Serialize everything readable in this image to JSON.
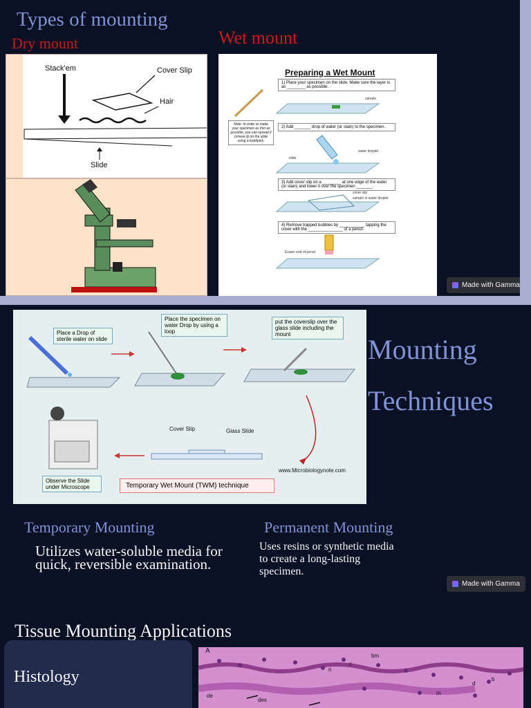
{
  "section1": {
    "title": "Types of mounting",
    "dry_label": "Dry mount",
    "wet_label": "Wet mount"
  },
  "dry_image": {
    "stack_label": "Stack'em",
    "cover_label": "Cover Slip",
    "hair_label": "Hair",
    "slide_label": "Slide"
  },
  "wet_image": {
    "title": "Preparing a Wet Mount",
    "step1": "1) Place your specimen on the slide. Make sure the layer is as ________ as possible.",
    "step2": "2) Add _______ drop of water (or stain) to the specimen.",
    "step3": "3) Add cover slip on a ________ at one edge of the water (or stain) and lower it over the specimen _______.",
    "step4": "4) Remove trapped bubbles by ___________ tapping the cover with the _______________ of a pencil.",
    "note": "Note: In order to make your specimen as thin as possible, you can spread it (smear it) on the slide using a toothpick.",
    "sample": "sample",
    "slide": "slide",
    "water_droplet": "water droplet",
    "cover_slip": "cover slip",
    "sample_in_droplet": "sample in water droplet",
    "eraser": "Eraser end of pencil"
  },
  "gamma_badge": "Made with Gamma",
  "section2": {
    "title_line1": "Mounting",
    "title_line2": "Techniques",
    "temporary_title": "Temporary Mounting",
    "temporary_body": "Utilizes water-soluble media for quick, reversible examination.",
    "permanent_title": "Permanent Mounting",
    "permanent_body": "Uses resins or synthetic media to create a long-lasting specimen."
  },
  "diagram": {
    "step1": "Place a Drop of sterile water on slide",
    "step2": "Place the specimen on water Drop by using a loop",
    "step3": "put the coverslip over the glass slide including the mount",
    "cover_slip": "Cover Slip",
    "glass_slide": "Glass Slide",
    "observe": "Observe the Slide under Microscope",
    "technique": "Temporary Wet Mount (TWM) technique",
    "source": "www.Microbiologynote.com"
  },
  "section3": {
    "title": "Tissue Mounting Applications",
    "card_title": "Histology",
    "histology_labels": [
      "A",
      "bm",
      "c",
      "n",
      "de",
      "des",
      "d",
      "b",
      "m"
    ]
  },
  "colors": {
    "background": "#0b1124",
    "title_blue": "#7f93d6",
    "red": "#c41d1d",
    "card": "#232b4d"
  }
}
